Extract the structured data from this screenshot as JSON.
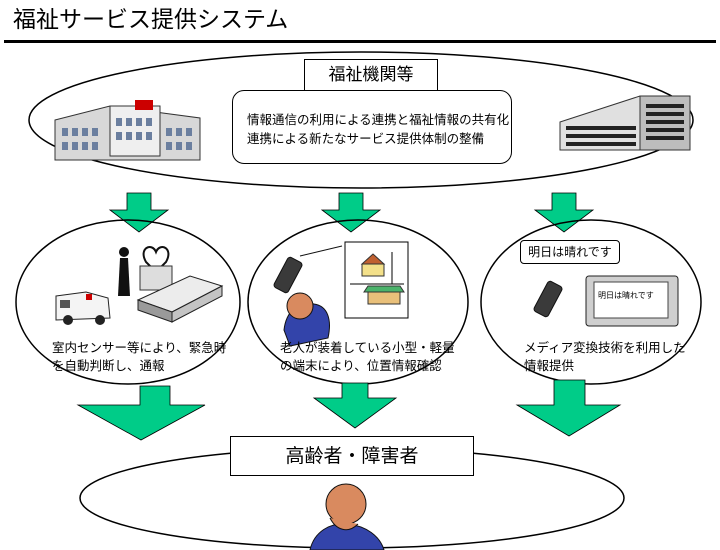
{
  "header": {
    "title": "福祉サービス提供システム"
  },
  "top": {
    "label": "福祉機関等",
    "desc_line1": "情報通信の利用による連携と福祉情報の共有化",
    "desc_line2": "連携による新たなサービス提供体制の整備"
  },
  "services": [
    {
      "line1": "室内センサー等により、緊急時",
      "line2": "を自動判断し、通報"
    },
    {
      "line1": "老人が装着している小型・軽量",
      "line2": "の端末により、位置情報確認"
    },
    {
      "line1": "メディア変換技術を利用した",
      "line2": "情報提供",
      "bubble": "明日は晴れです",
      "screen": "明日は晴れです"
    }
  ],
  "bottom": {
    "label": "高齢者・障害者"
  },
  "colors": {
    "arrow": "#00cc88",
    "outline": "#000000",
    "skin": "#d98a5f",
    "shirt": "#3344aa"
  },
  "icons": [
    "hospital-icon",
    "office-building-icon",
    "ambulance-icon",
    "family-heart-icon",
    "sensor-device-icon",
    "mobile-phone-icon",
    "elderly-person-icon",
    "church-map-icon",
    "shop-icon",
    "monitor-icon"
  ]
}
